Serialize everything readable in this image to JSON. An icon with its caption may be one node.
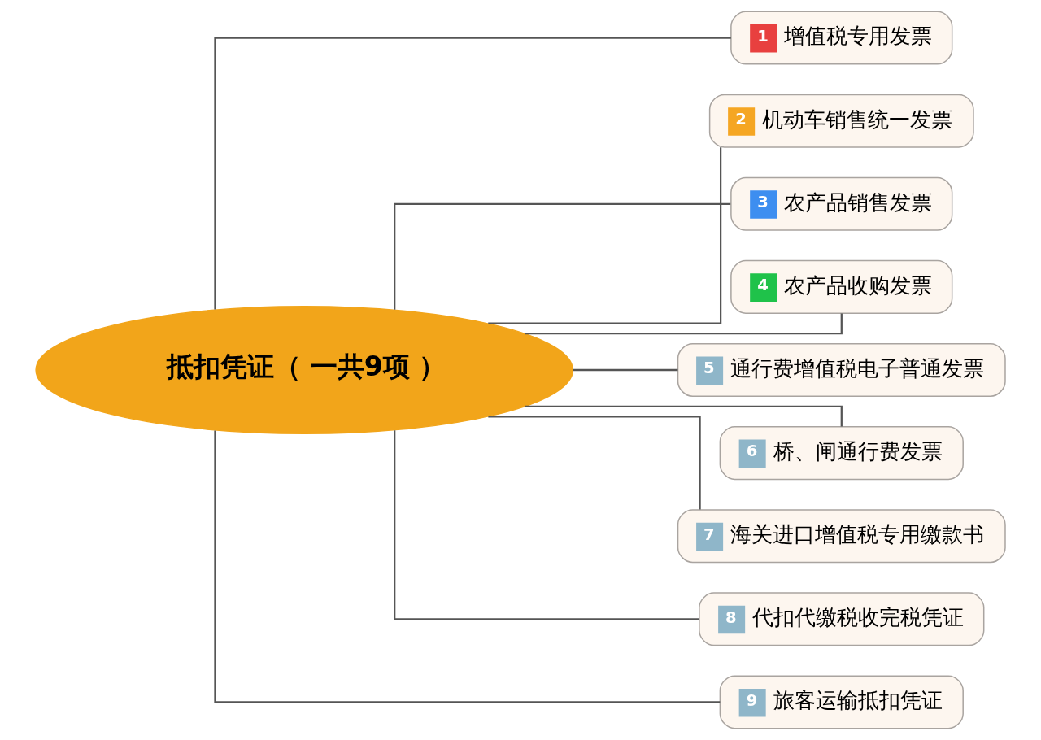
{
  "diagram": {
    "nodes": [
      {
        "text": [
          "抵扣凭证（ 一共9项 ）"
        ]
      },
      {
        "text": [
          "1",
          "增值税专用发票"
        ]
      },
      {
        "text": [
          "2",
          "机动车销售统一发票"
        ]
      },
      {
        "text": [
          "3",
          "农产品销售发票"
        ]
      },
      {
        "text": [
          "4",
          "农产品收购发票"
        ]
      },
      {
        "text": [
          "5",
          "通行费增值税电子普通发票"
        ]
      },
      {
        "text": [
          "6",
          "桥、闸通行费发票"
        ]
      },
      {
        "text": [
          "7",
          "海关进口增值税专用缴款书"
        ]
      },
      {
        "text": [
          "8",
          "代扣代缴税收完税凭证"
        ]
      },
      {
        "text": [
          "9",
          "旅客运输抵扣凭证"
        ]
      }
    ],
    "edges": [
      {
        "from": 0,
        "to": 1,
        "arrow": "none"
      },
      {
        "from": 0,
        "to": 2,
        "arrow": "none"
      },
      {
        "from": 0,
        "to": 3,
        "arrow": "none"
      },
      {
        "from": 0,
        "to": 4,
        "arrow": "none"
      },
      {
        "from": 0,
        "to": 5,
        "arrow": "none"
      },
      {
        "from": 0,
        "to": 6,
        "arrow": "none"
      },
      {
        "from": 0,
        "to": 7,
        "arrow": "none"
      },
      {
        "from": 0,
        "to": 8,
        "arrow": "none"
      },
      {
        "from": 0,
        "to": 9,
        "arrow": "none"
      }
    ]
  }
}
